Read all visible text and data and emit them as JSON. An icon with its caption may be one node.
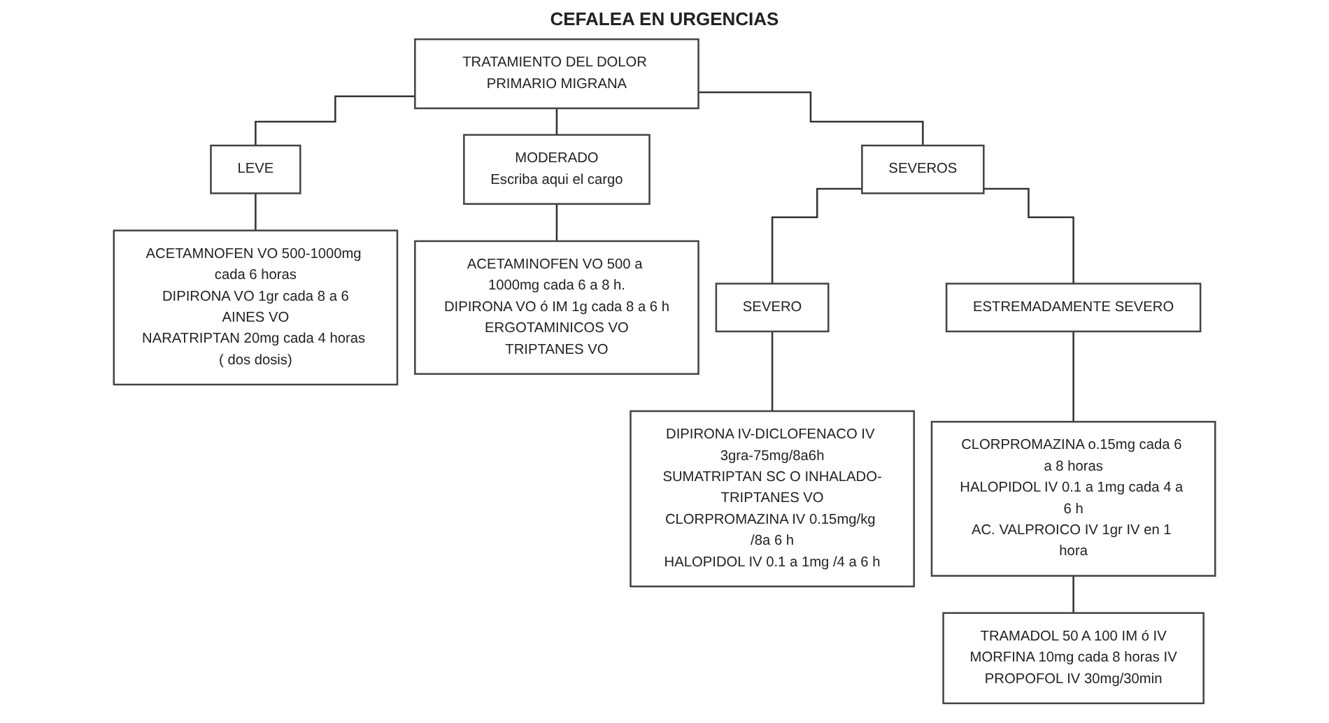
{
  "diagram": {
    "title": "CEFALEA EN URGENCIAS",
    "nodes": [
      {
        "text": [
          "TRATAMIENTO DEL DOLOR PRIMARIO MIGRANA"
        ]
      },
      {
        "text": [
          "LEVE"
        ]
      },
      {
        "text": [
          "MODERADO",
          "Escriba aqui el cargo"
        ]
      },
      {
        "text": [
          "SEVEROS"
        ]
      },
      {
        "text": [
          "ACETAMNOFEN VO 500-1000mg cada 6 horas",
          "DIPIRONA VO 1gr cada 8 a 6",
          "AINES VO",
          "NARATRIPTAN 20mg cada 4 horas ( dos dosis)"
        ]
      },
      {
        "text": [
          "ACETAMINOFEN VO 500 a 1000mg cada 6 a 8 h.",
          "DIPIRONA VO ó IM 1g cada 8 a 6 h",
          "ERGOTAMINICOS VO",
          "TRIPTANES VO"
        ]
      },
      {
        "text": [
          "SEVERO"
        ]
      },
      {
        "text": [
          "ESTREMADAMENTE SEVERO"
        ]
      },
      {
        "text": [
          "DIPIRONA IV-DICLOFENACO IV 3gra-75mg/8a6h",
          "SUMATRIPTAN SC O INHALADO-TRIPTANES VO",
          "CLORPROMAZINA IV 0.15mg/kg /8a 6 h",
          "HALOPIDOL IV 0.1 a 1mg /4 a 6 h"
        ]
      },
      {
        "text": [
          "CLORPROMAZINA o.15mg cada 6 a 8 horas",
          "HALOPIDOL IV 0.1 a 1mg cada 4 a 6 h",
          "AC. VALPROICO IV 1gr IV en 1 hora"
        ]
      },
      {
        "text": [
          "TRAMADOL 50 A 100 IM ó IV",
          "MORFINA 10mg cada 8 horas IV",
          "PROPOFOL IV 30mg/30min"
        ]
      }
    ],
    "edges": [
      {
        "from": 0,
        "to": 1,
        "arrow": "none"
      },
      {
        "from": 0,
        "to": 2,
        "arrow": "none"
      },
      {
        "from": 0,
        "to": 3,
        "arrow": "none"
      },
      {
        "from": 1,
        "to": 4,
        "arrow": "none"
      },
      {
        "from": 2,
        "to": 5,
        "arrow": "none"
      },
      {
        "from": 3,
        "to": 6,
        "arrow": "none"
      },
      {
        "from": 3,
        "to": 7,
        "arrow": "none"
      },
      {
        "from": 6,
        "to": 8,
        "arrow": "none"
      },
      {
        "from": 7,
        "to": 9,
        "arrow": "none"
      },
      {
        "from": 9,
        "to": 10,
        "arrow": "none"
      }
    ]
  }
}
